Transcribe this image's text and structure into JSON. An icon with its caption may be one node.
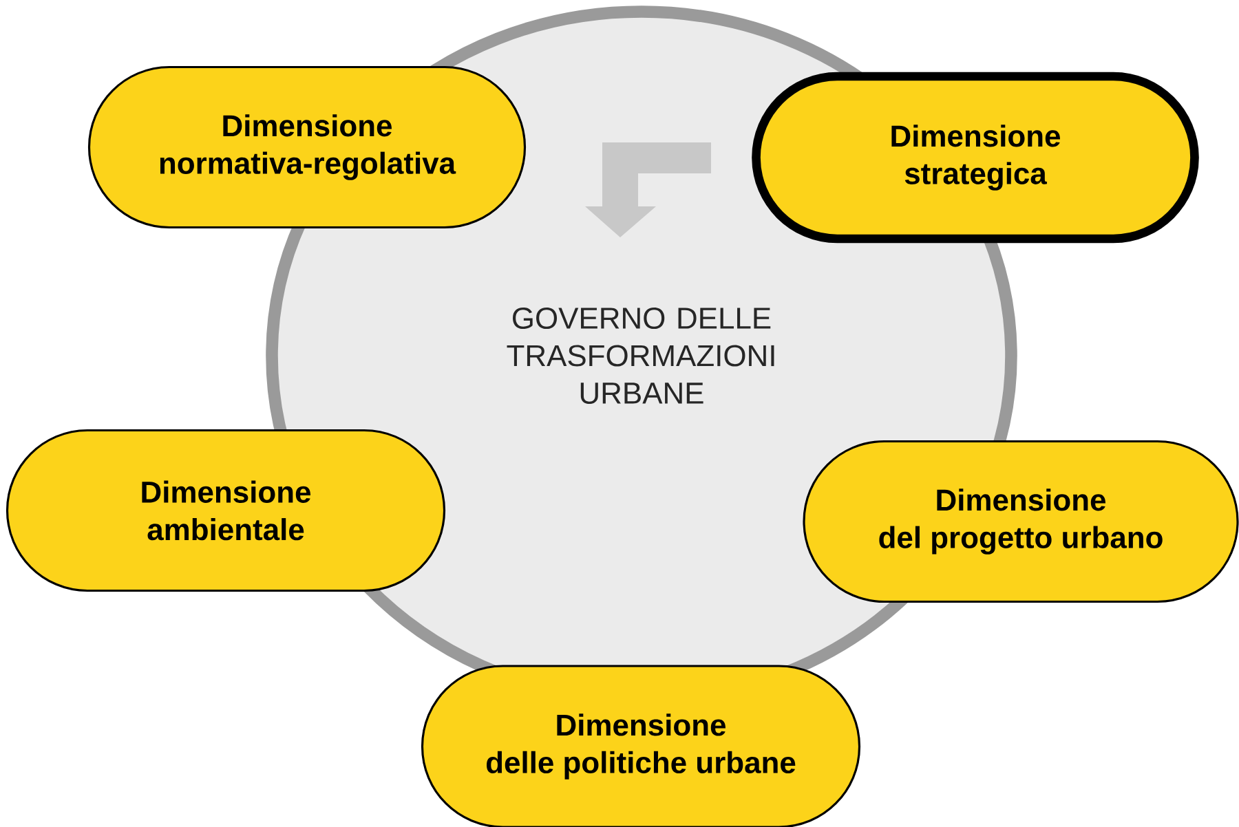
{
  "diagram": {
    "nodes": [
      {
        "text": [
          "GOVERNO DELLE TRASFORMAZIONI URBANE"
        ]
      },
      {
        "text": [
          "Dimensione",
          "normativa-regolativa"
        ]
      },
      {
        "text": [
          "Dimensione",
          "strategica"
        ]
      },
      {
        "text": [
          "Dimensione",
          "ambientale"
        ]
      },
      {
        "text": [
          "Dimensione",
          "del progetto urbano"
        ]
      },
      {
        "text": [
          "Dimensione",
          "delle politiche urbane"
        ]
      }
    ]
  }
}
